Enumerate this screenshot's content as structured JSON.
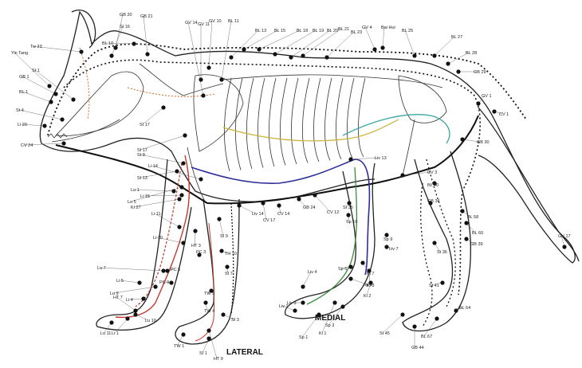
{
  "colors": {
    "outline": "#222222",
    "bone": "#333333",
    "meridian_black": "#111111",
    "meridian_red": "#c0392b",
    "meridian_blue": "#2d2d9a",
    "meridian_green": "#3a8a3a",
    "meridian_teal": "#3aa6a0",
    "meridian_yellow": "#c9b43a",
    "meridian_orange": "#d2691e"
  },
  "views": {
    "medial": "MEDIAL",
    "lateral": "LATERAL"
  },
  "points": [
    {
      "label": "Yin Tang"
    },
    {
      "label": "GB 1"
    },
    {
      "label": "BL 1"
    },
    {
      "label": "Li 20"
    },
    {
      "label": "CV 24"
    },
    {
      "label": "St 4"
    },
    {
      "label": "Tw 23"
    },
    {
      "label": "St 1"
    },
    {
      "label": "GB 20"
    },
    {
      "label": "GB 21"
    },
    {
      "label": "SI 16"
    },
    {
      "label": "SI 17"
    },
    {
      "label": "GV 14"
    },
    {
      "label": "GV 11"
    },
    {
      "label": "GV 10"
    },
    {
      "label": "BL 11"
    },
    {
      "label": "BL 13"
    },
    {
      "label": "BL 15"
    },
    {
      "label": "BL 18"
    },
    {
      "label": "BL 19"
    },
    {
      "label": "BL 20"
    },
    {
      "label": "BL 21"
    },
    {
      "label": "BL 23"
    },
    {
      "label": "GV 4"
    },
    {
      "label": "Bai Hui"
    },
    {
      "label": "BL 25"
    },
    {
      "label": "BL 27"
    },
    {
      "label": "BL 28"
    },
    {
      "label": "GB 29"
    },
    {
      "label": "GV 1"
    },
    {
      "label": "CV 1"
    },
    {
      "label": "GB 30"
    },
    {
      "label": "Liv 13"
    },
    {
      "label": "CV 3"
    },
    {
      "label": "BL 40"
    },
    {
      "label": "GB 34"
    },
    {
      "label": "BL 58"
    },
    {
      "label": "BL 60"
    },
    {
      "label": "GB 39"
    },
    {
      "label": "BL 64"
    },
    {
      "label": "BL 67"
    },
    {
      "label": "GB 44"
    },
    {
      "label": "St 45"
    },
    {
      "label": "St 41"
    },
    {
      "label": "St 36"
    },
    {
      "label": "Sp 9"
    },
    {
      "label": "Liv 7"
    },
    {
      "label": "Ki 7"
    },
    {
      "label": "Ki 3"
    },
    {
      "label": "Ki 2"
    },
    {
      "label": "Ki 1"
    },
    {
      "label": "Sp 6"
    },
    {
      "label": "Sp 5"
    },
    {
      "label": "Sp 3"
    },
    {
      "label": "Sp 1"
    },
    {
      "label": "Liv 4"
    },
    {
      "label": "Liv 3"
    },
    {
      "label": "Liv 1"
    },
    {
      "label": "Sp 10"
    },
    {
      "label": "St 35"
    },
    {
      "label": "CV 12"
    },
    {
      "label": "GB 24"
    },
    {
      "label": "CV 17"
    },
    {
      "label": "CV 14"
    },
    {
      "label": "Liv 14"
    },
    {
      "label": "SI 9"
    },
    {
      "label": "TH 10"
    },
    {
      "label": "SI 7"
    },
    {
      "label": "SI 3"
    },
    {
      "label": "SI 1"
    },
    {
      "label": "TW 1"
    },
    {
      "label": "HT 9"
    },
    {
      "label": "TW 5"
    },
    {
      "label": "TW 4"
    },
    {
      "label": "Lu 11"
    },
    {
      "label": "Li 1"
    },
    {
      "label": "Lu 10"
    },
    {
      "label": "Li 4"
    },
    {
      "label": "Li 5"
    },
    {
      "label": "Lu 9"
    },
    {
      "label": "Lu 7"
    },
    {
      "label": "PC 6"
    },
    {
      "label": "PC 9"
    },
    {
      "label": "Li 10"
    },
    {
      "label": "Li 11"
    },
    {
      "label": "Li 15"
    },
    {
      "label": "St 13"
    },
    {
      "label": "Lu 1"
    },
    {
      "label": "Ki 27"
    },
    {
      "label": "HT 7"
    },
    {
      "label": "HT 3"
    },
    {
      "label": "PC 3"
    },
    {
      "label": "Li 14"
    },
    {
      "label": "St 9"
    },
    {
      "label": "Lu 5"
    },
    {
      "label": "St 17"
    },
    {
      "label": "GV 17"
    },
    {
      "label": "BL 10"
    }
  ]
}
